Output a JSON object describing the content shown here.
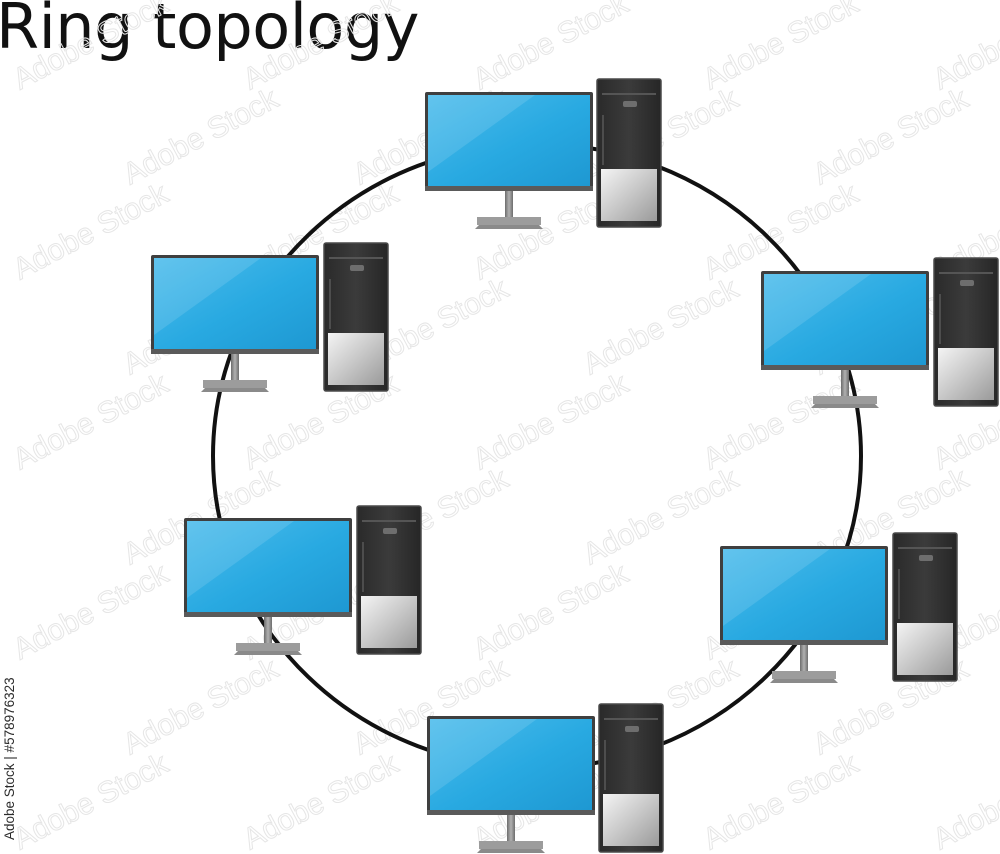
{
  "title": "Ring topology",
  "stock_id": "Adobe Stock | #578976323",
  "watermark_text": "Adobe Stock",
  "colors": {
    "ring": "#111111",
    "screen": "#28a9e1",
    "screen_light": "#7fd0f4",
    "bezel": "#444444",
    "tower": "#333333",
    "tower_panel": "#cfcfcf",
    "stand": "#777777"
  },
  "network": {
    "topology": "ring",
    "nodes": [
      {
        "id": "pc-top",
        "icon": "desktop-computer-icon"
      },
      {
        "id": "pc-upper-right",
        "icon": "desktop-computer-icon"
      },
      {
        "id": "pc-lower-right",
        "icon": "desktop-computer-icon"
      },
      {
        "id": "pc-bottom",
        "icon": "desktop-computer-icon"
      },
      {
        "id": "pc-lower-left",
        "icon": "desktop-computer-icon"
      },
      {
        "id": "pc-upper-left",
        "icon": "desktop-computer-icon"
      }
    ]
  }
}
